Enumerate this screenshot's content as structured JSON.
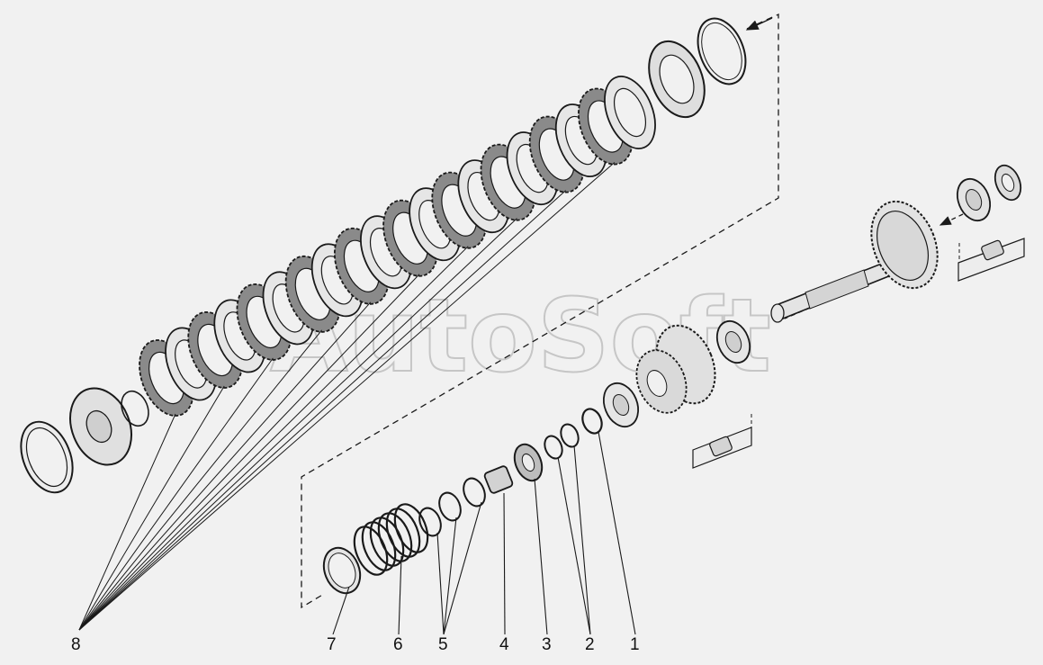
{
  "diagram": {
    "watermark": "AutoSoft",
    "callouts": [
      {
        "id": "8",
        "label": "8"
      },
      {
        "id": "7",
        "label": "7"
      },
      {
        "id": "6",
        "label": "6"
      },
      {
        "id": "5",
        "label": "5"
      },
      {
        "id": "4",
        "label": "4"
      },
      {
        "id": "3",
        "label": "3"
      },
      {
        "id": "2",
        "label": "2"
      },
      {
        "id": "1",
        "label": "1"
      }
    ]
  },
  "colors": {
    "line": "#1a1a1a",
    "part_fill": "#e6e6e6",
    "friction_fill": "#8a8a8a",
    "background": "#f1f1f1"
  }
}
